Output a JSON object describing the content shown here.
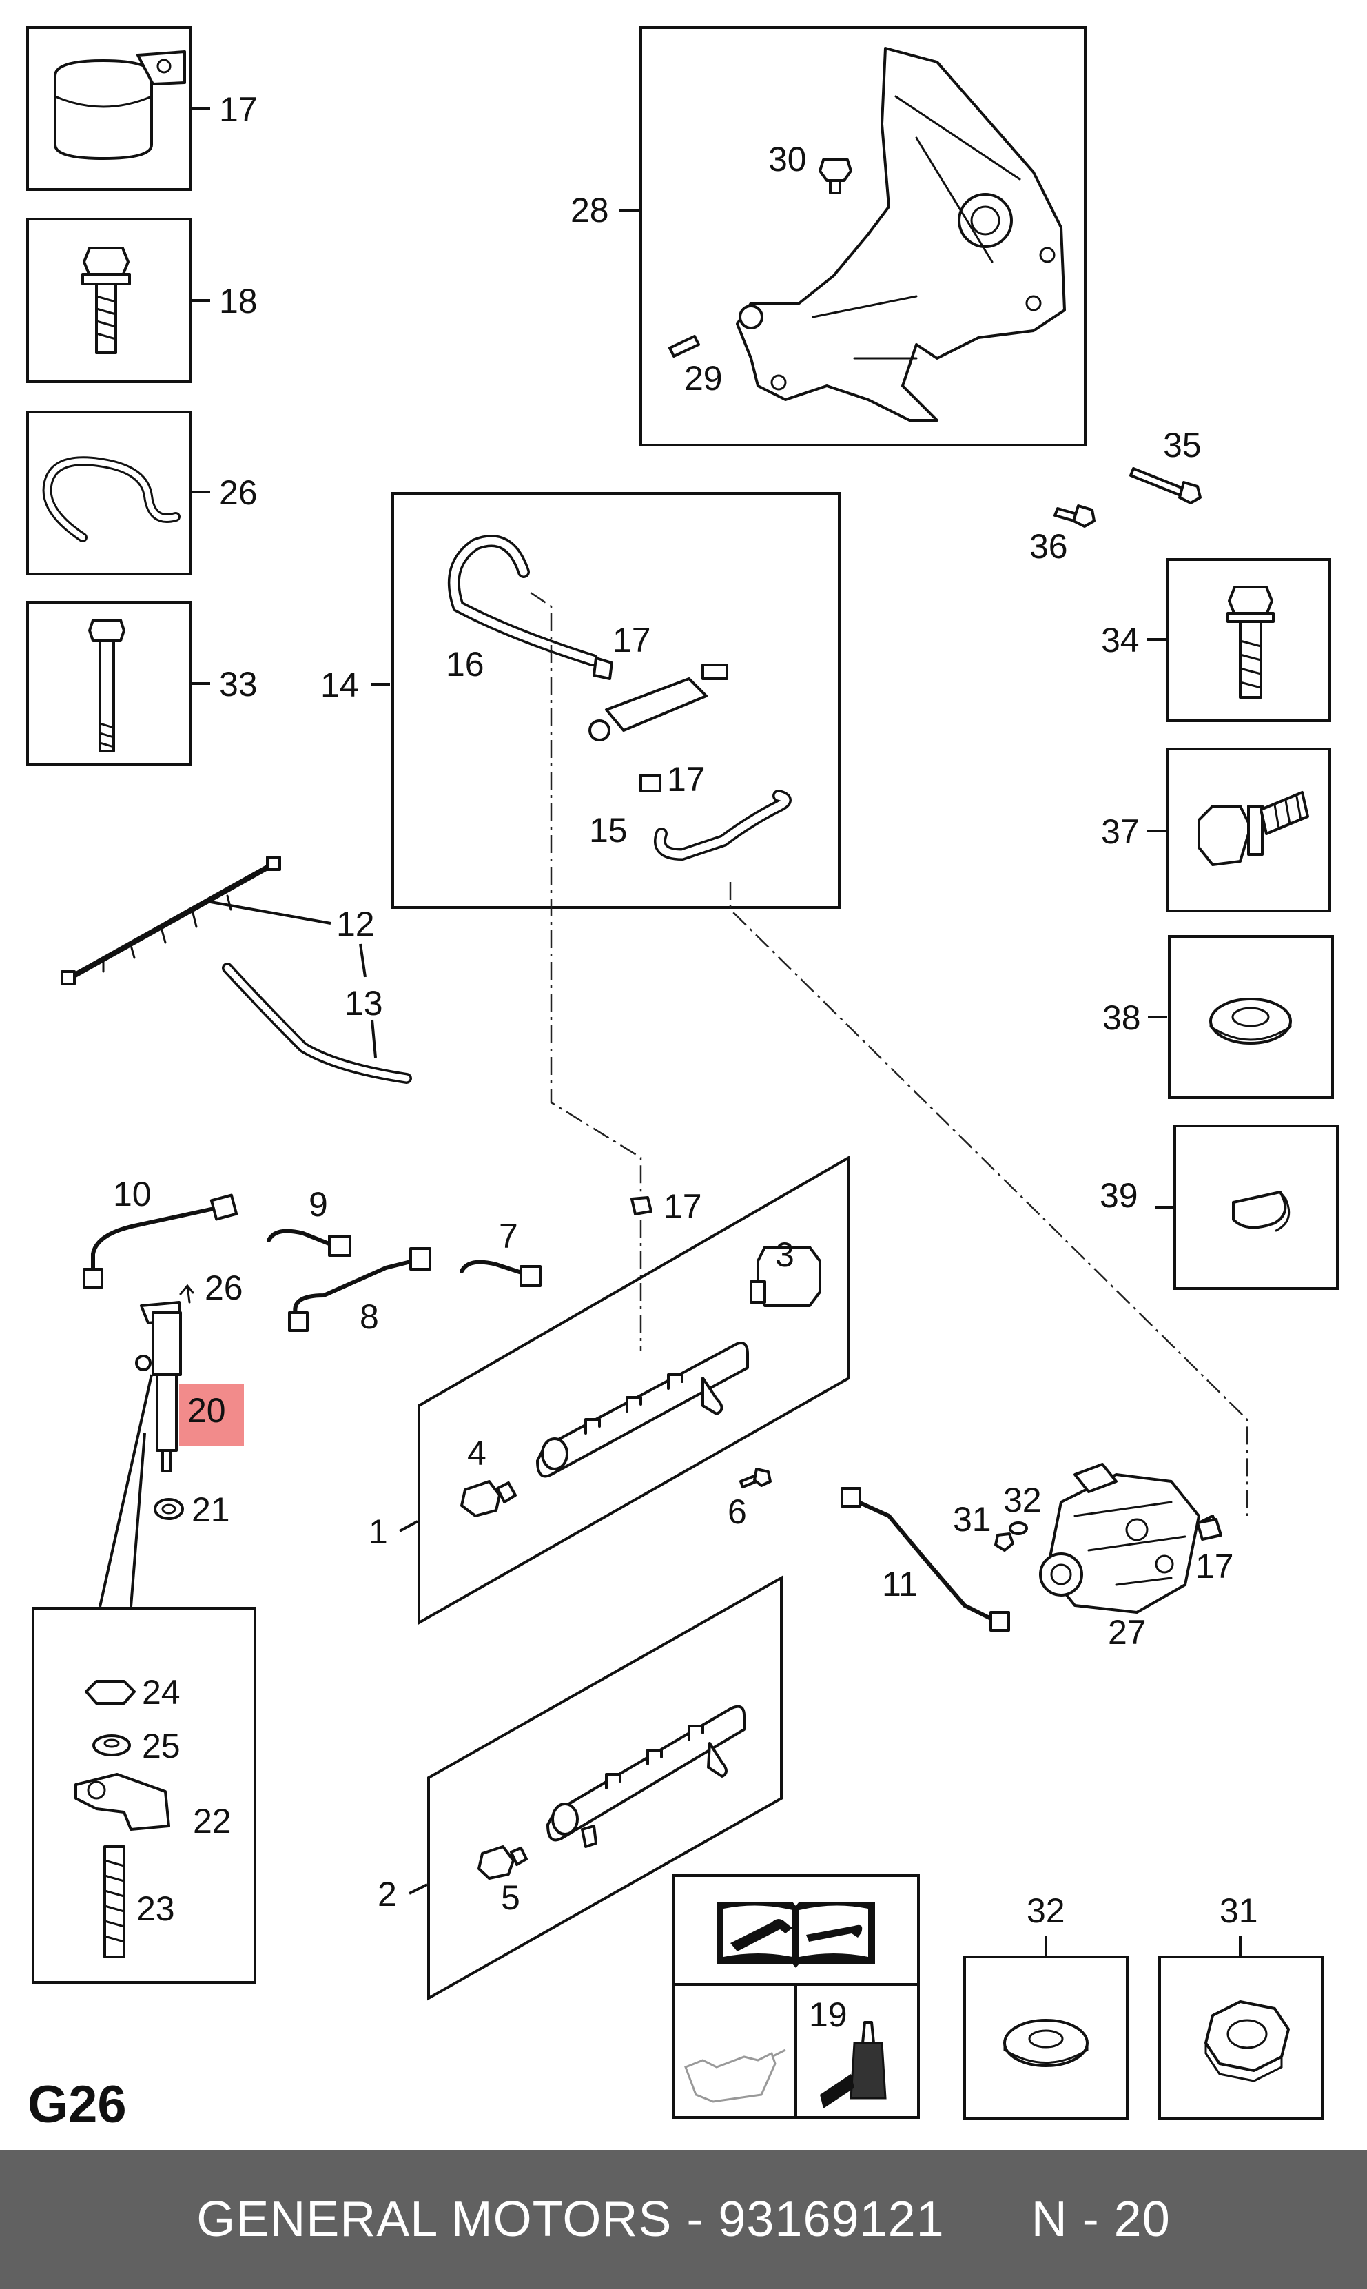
{
  "diagram": {
    "group_code": "G26",
    "callouts": {
      "c17a": "17",
      "c18": "18",
      "c26a": "26",
      "c33a": "33",
      "c28": "28",
      "c30": "30",
      "c29": "29",
      "c35": "35",
      "c36": "36",
      "c34": "34",
      "c37": "37",
      "c38": "38",
      "c39": "39",
      "c14": "14",
      "c16": "16",
      "c17b": "17",
      "c17c": "17",
      "c15": "15",
      "c12": "12",
      "c13": "13",
      "c10": "10",
      "c9": "9",
      "c7": "7",
      "c8": "8",
      "c26b": "26",
      "c17d": "17",
      "c3": "3",
      "c20": "20",
      "c21": "21",
      "c4": "4",
      "c1": "1",
      "c6": "6",
      "c31a": "31",
      "c32a": "32",
      "c11": "11",
      "c17e": "17",
      "c27": "27",
      "c24": "24",
      "c25": "25",
      "c22": "22",
      "c23": "23",
      "c2": "2",
      "c5": "5",
      "c19": "19",
      "c32b": "32",
      "c31b": "31"
    },
    "highlight_color": "#f28b8b",
    "icons": [
      "wrench-manual-icon",
      "oil-can-icon",
      "sealant-bottle-icon"
    ]
  },
  "footer": {
    "manufacturer": "GENERAL MOTORS",
    "separator": " - ",
    "part_number": "93169121",
    "page": "N - 20"
  }
}
